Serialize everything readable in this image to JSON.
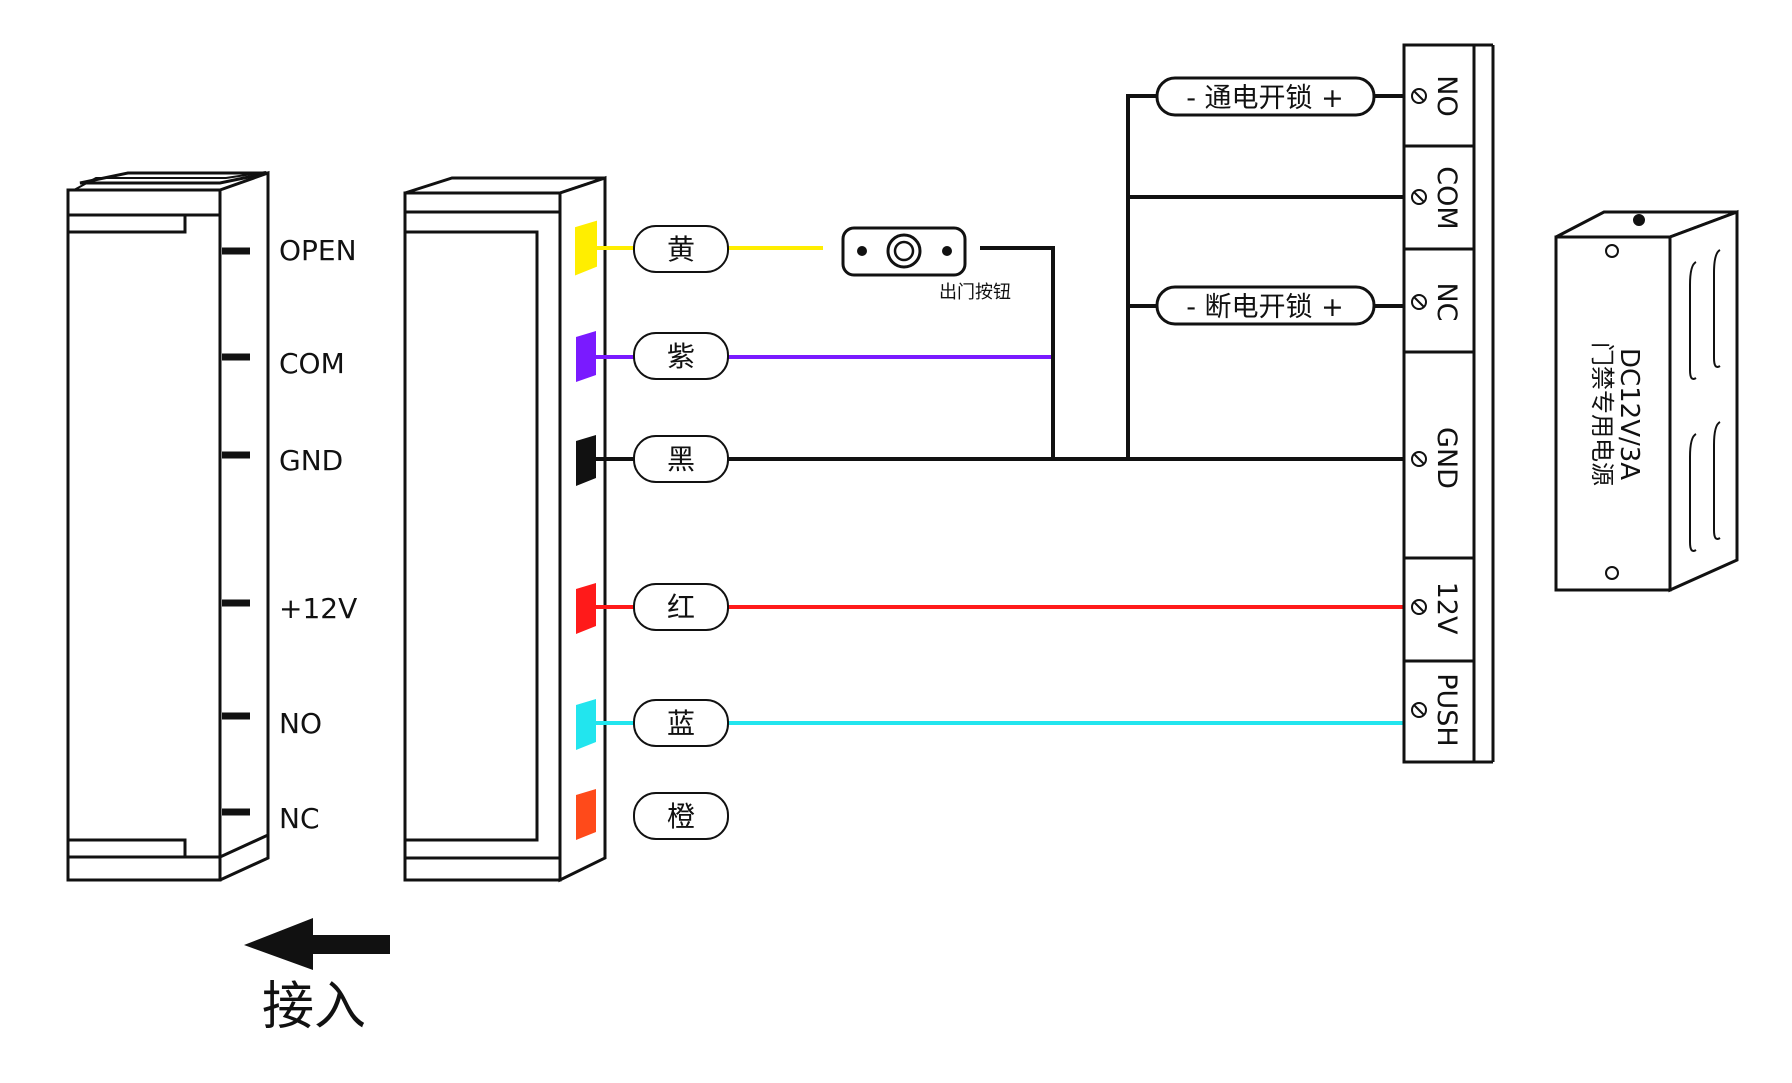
{
  "left_terminals": [
    {
      "label": "OPEN"
    },
    {
      "label": "COM"
    },
    {
      "label": "GND"
    },
    {
      "label": "+12V"
    },
    {
      "label": "NO"
    },
    {
      "label": "NC"
    }
  ],
  "wires": [
    {
      "label": "黄",
      "color": "#ffee00"
    },
    {
      "label": "紫",
      "color": "#7a1aff"
    },
    {
      "label": "黑",
      "color": "#111111"
    },
    {
      "label": "红",
      "color": "#ff1a1a"
    },
    {
      "label": "蓝",
      "color": "#22e5ee"
    },
    {
      "label": "橙",
      "color": "#ff4a1a"
    }
  ],
  "exit_button": {
    "label": "出门按钮"
  },
  "relay_labels": {
    "power_on_unlock": "- 通电开锁 +",
    "power_off_unlock": "- 断电开锁 +"
  },
  "terminal_block": [
    {
      "label": "NO"
    },
    {
      "label": "COM"
    },
    {
      "label": "NC"
    },
    {
      "label": "GND"
    },
    {
      "label": "12V"
    },
    {
      "label": "PUSH"
    }
  ],
  "power_supply": {
    "spec": "DC12V/3A",
    "name": "门禁专用电源"
  },
  "arrow_label": "接入"
}
